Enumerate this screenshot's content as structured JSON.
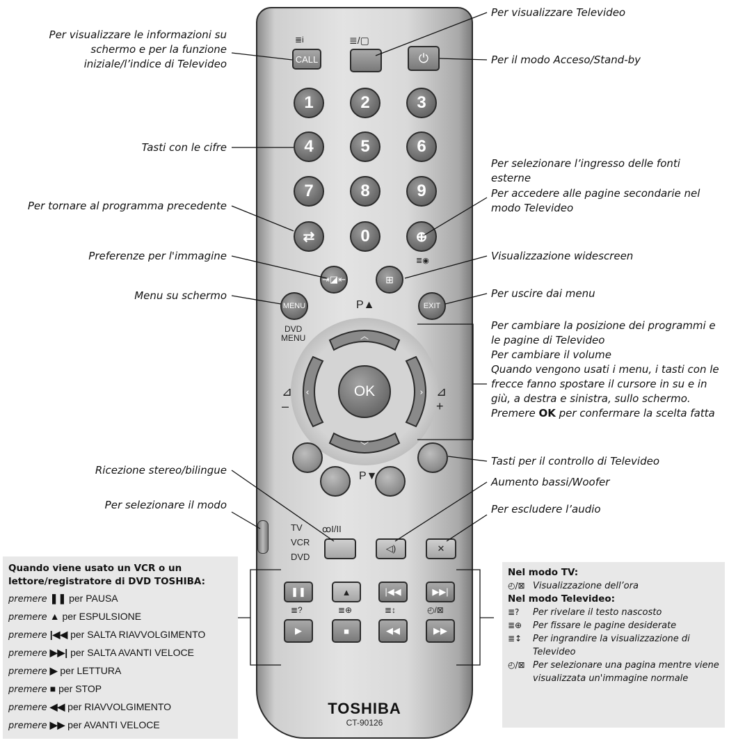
{
  "remote": {
    "brand": "TOSHIBA",
    "model": "CT-90126",
    "buttons": {
      "call": "CALL",
      "numbers": [
        "1",
        "2",
        "3",
        "4",
        "5",
        "6",
        "7",
        "8",
        "9",
        "0"
      ],
      "menu": "MENU",
      "exit": "EXIT",
      "ok": "OK",
      "dvd_menu": "DVD\nMENU",
      "p_up": "P▲",
      "p_down": "P▼",
      "stereo": "ꝏI/II",
      "mode_tv": "TV",
      "mode_vcr": "VCR",
      "mode_dvd": "DVD",
      "text_sym": "≣i",
      "tv_text_sym": "≣/▢"
    }
  },
  "labels": {
    "info": "Per visualizzare le informazioni su schermo e per la funzione iniziale/l’indice di Televideo",
    "teletext": "Per visualizzare Televideo",
    "standby": "Per il modo Acceso/Stand-by",
    "digits": "Tasti con le cifre",
    "source_1": "Per selezionare l’ingresso delle fonti esterne",
    "source_2": "Per accedere alle pagine secondarie nel modo Televideo",
    "previous": "Per tornare al programma precedente",
    "picture": "Preferenze per l'immagine",
    "widescreen": "Visualizzazione widescreen",
    "menu": "Menu su schermo",
    "exit": "Per uscire dai menu",
    "nav_1": "Per cambiare la posizione dei programmi e le pagine di Televideo",
    "nav_2": "Per cambiare il volume",
    "nav_3a": "Quando vengono usati i menu, i tasti con le frecce fanno spostare il cursore in su e in giù, a destra e sinistra, sullo schermo. Premere ",
    "nav_3b": "OK",
    "nav_3c": " per confermare la scelta fatta",
    "colour_keys": "Tasti per il controllo di Televideo",
    "stereo": "Ricezione stereo/bilingue",
    "bass": "Aumento bassi/Woofer",
    "mode": "Per selezionare il modo",
    "mute": "Per escludere l’audio"
  },
  "left_box": {
    "title": "Quando viene usato un VCR o un lettore/registratore di DVD TOSHIBA:",
    "rows": [
      {
        "press": "premere",
        "sym": "❚❚",
        "text": "per PAUSA"
      },
      {
        "press": "premere",
        "sym": "▲",
        "text": "per ESPULSIONE"
      },
      {
        "press": "premere",
        "sym": "|◀◀",
        "text": "per SALTA RIAVVOLGIMENTO"
      },
      {
        "press": "premere",
        "sym": "▶▶|",
        "text": "per SALTA AVANTI VELOCE"
      },
      {
        "press": "premere",
        "sym": "▶",
        "text": "per LETTURA"
      },
      {
        "press": "premere",
        "sym": "■",
        "text": "per STOP"
      },
      {
        "press": "premere",
        "sym": "◀◀",
        "text": "per RIAVVOLGIMENTO"
      },
      {
        "press": "premere",
        "sym": "▶▶",
        "text": "per AVANTI VELOCE"
      }
    ]
  },
  "right_box": {
    "tv_title": "Nel modo TV:",
    "tv_rows": [
      {
        "sym": "◴/⊠",
        "text": "Visualizzazione dell’ora"
      }
    ],
    "text_title": "Nel modo Televideo:",
    "text_rows": [
      {
        "sym": "≣?",
        "text": "Per rivelare il testo nascosto"
      },
      {
        "sym": "≣⊕",
        "text": "Per fissare le pagine desiderate"
      },
      {
        "sym": "≣↕",
        "text": "Per ingrandire la visualizzazione di Televideo"
      },
      {
        "sym": "◴/⊠",
        "text": "Per selezionare una pagina mentre viene visualizzata un'immagine normale"
      }
    ]
  }
}
